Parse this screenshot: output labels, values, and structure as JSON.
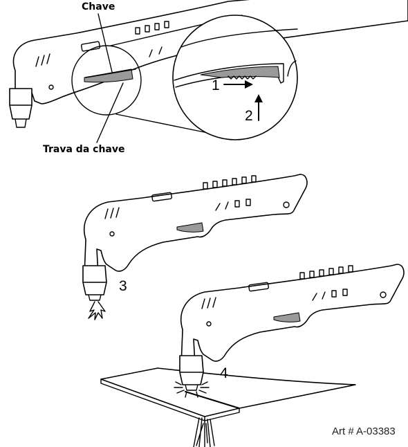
{
  "labels": {
    "chave": "Chave",
    "trava": "Trava da chave",
    "step1": "1",
    "step2": "2",
    "step3": "3",
    "step4": "4",
    "art": "Art # A-03383"
  },
  "colors": {
    "line": "#000000",
    "trigger": "#9a9a9a",
    "background": "#ffffff"
  },
  "icons": [
    "arrow-right-icon",
    "arrow-up-icon",
    "spark-icon",
    "spray-icon"
  ]
}
